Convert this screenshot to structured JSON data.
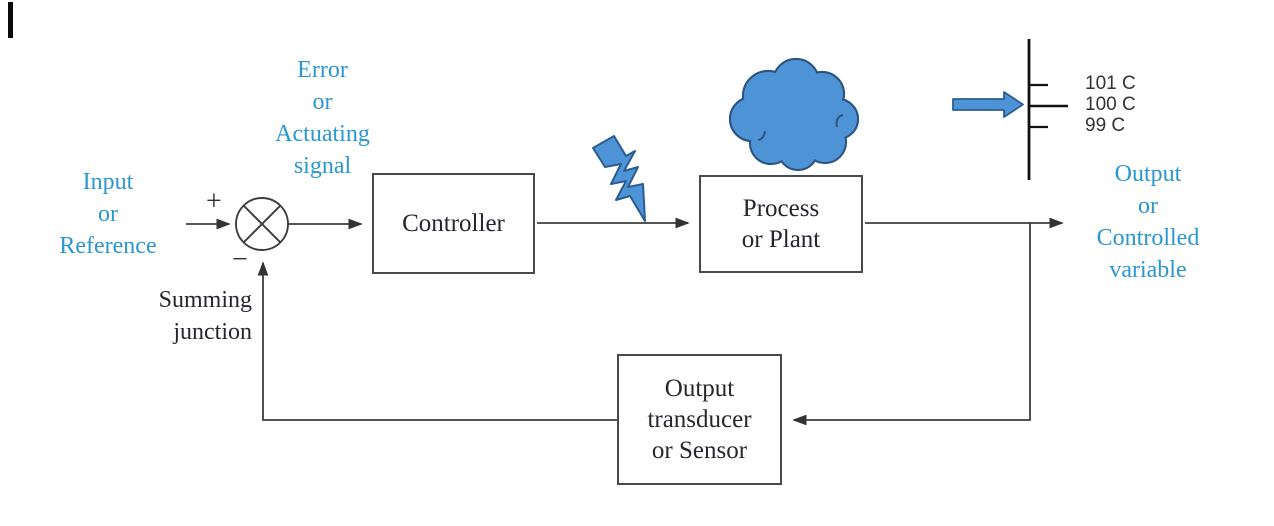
{
  "diagram": {
    "labels": {
      "input": "Input\nor\nReference",
      "error": "Error\nor\nActuating\nsignal",
      "summing": "Summing\njunction",
      "output": "Output\nor\nControlled\nvariable",
      "plus": "+",
      "minus": "−"
    },
    "blocks": {
      "controller": "Controller",
      "process": "Process\nor Plant",
      "transducer": "Output\ntransducer\nor Sensor"
    },
    "temperature_scale": {
      "ticks": [
        "101 C",
        "100 C",
        "99 C"
      ]
    },
    "icons": {
      "lightning": "lightning-bolt-icon",
      "cloud": "cloud-icon",
      "pointer": "temperature-pointer-arrow-icon"
    },
    "colors": {
      "label_blue": "#2b97d0",
      "shape_fill": "#4f93d7",
      "shape_stroke": "#2b5d8f",
      "line": "#3d3d3d",
      "text_dark": "#26262e"
    }
  }
}
